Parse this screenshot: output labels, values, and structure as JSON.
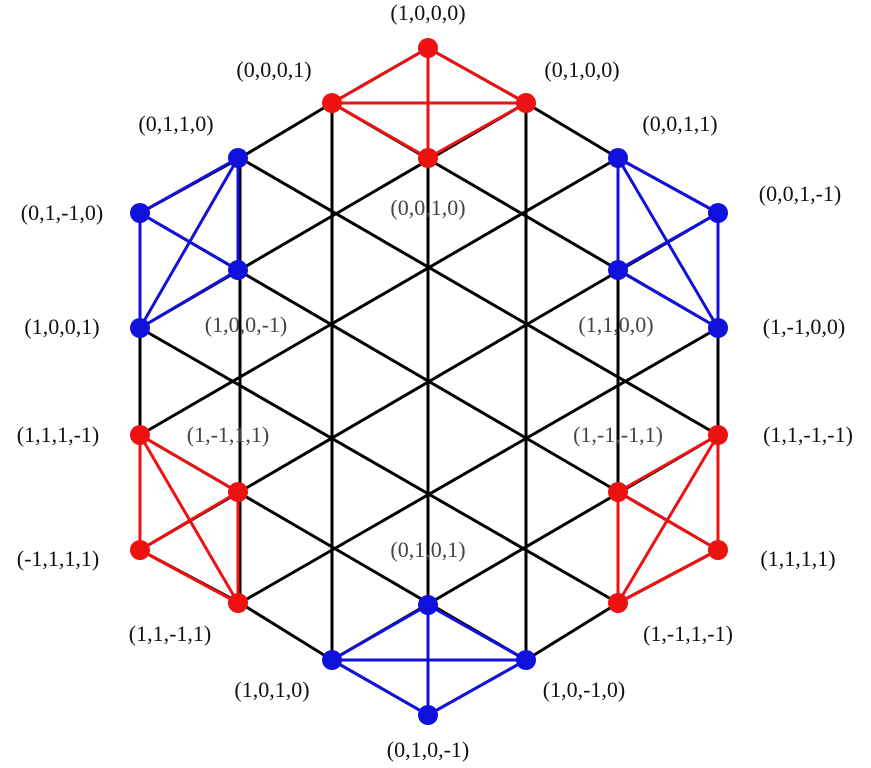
{
  "colors": {
    "red": "#ee1111",
    "blue": "#1111dd",
    "black": "#000000",
    "label": "#111111"
  },
  "nodes": [
    {
      "id": "t0",
      "label": "(1,0,0,0)",
      "color": "red"
    },
    {
      "id": "t1",
      "label": "(0,0,0,1)",
      "color": "red"
    },
    {
      "id": "t2",
      "label": "(0,1,0,0)",
      "color": "red"
    },
    {
      "id": "t3",
      "label": "(0,0,1,0)",
      "color": "red"
    },
    {
      "id": "ul0",
      "label": "(0,1,1,0)",
      "color": "blue"
    },
    {
      "id": "ul1",
      "label": "(0,1,-1,0)",
      "color": "blue"
    },
    {
      "id": "ul2",
      "label": "(1,0,0,-1)",
      "color": "blue"
    },
    {
      "id": "ul3",
      "label": "(1,0,0,1)",
      "color": "blue"
    },
    {
      "id": "ur0",
      "label": "(0,0,1,1)",
      "color": "blue"
    },
    {
      "id": "ur1",
      "label": "(0,0,1,-1)",
      "color": "blue"
    },
    {
      "id": "ur2",
      "label": "(1,1,0,0)",
      "color": "blue"
    },
    {
      "id": "ur3",
      "label": "(1,-1,0,0)",
      "color": "blue"
    },
    {
      "id": "ll0",
      "label": "(1,1,1,-1)",
      "color": "red"
    },
    {
      "id": "ll1",
      "label": "(1,-1,1,1)",
      "color": "red"
    },
    {
      "id": "ll2",
      "label": "(-1,1,1,1)",
      "color": "red"
    },
    {
      "id": "ll3",
      "label": "(1,1,-1,1)",
      "color": "red"
    },
    {
      "id": "lr0",
      "label": "(1,1,-1,-1)",
      "color": "red"
    },
    {
      "id": "lr1",
      "label": "(1,-1,-1,1)",
      "color": "red"
    },
    {
      "id": "lr2",
      "label": "(1,1,1,1)",
      "color": "red"
    },
    {
      "id": "lr3",
      "label": "(1,-1,1,-1)",
      "color": "red"
    },
    {
      "id": "b0",
      "label": "(0,1,0,1)",
      "color": "blue"
    },
    {
      "id": "b1",
      "label": "(1,0,1,0)",
      "color": "blue"
    },
    {
      "id": "b2",
      "label": "(1,0,-1,0)",
      "color": "blue"
    },
    {
      "id": "b3",
      "label": "(0,1,0,-1)",
      "color": "blue"
    }
  ],
  "edges": [
    [
      "t0",
      "t1"
    ],
    [
      "t0",
      "t2"
    ],
    [
      "t0",
      "t3"
    ],
    [
      "t1",
      "t2"
    ],
    [
      "t1",
      "t3"
    ],
    [
      "t2",
      "t3"
    ],
    [
      "ul0",
      "ul1"
    ],
    [
      "ul0",
      "ul2"
    ],
    [
      "ul0",
      "ul3"
    ],
    [
      "ul1",
      "ul2"
    ],
    [
      "ul1",
      "ul3"
    ],
    [
      "ul2",
      "ul3"
    ],
    [
      "ur0",
      "ur1"
    ],
    [
      "ur0",
      "ur2"
    ],
    [
      "ur0",
      "ur3"
    ],
    [
      "ur1",
      "ur2"
    ],
    [
      "ur1",
      "ur3"
    ],
    [
      "ur2",
      "ur3"
    ],
    [
      "ll0",
      "ll1"
    ],
    [
      "ll0",
      "ll2"
    ],
    [
      "ll0",
      "ll3"
    ],
    [
      "ll1",
      "ll2"
    ],
    [
      "ll1",
      "ll3"
    ],
    [
      "ll2",
      "ll3"
    ],
    [
      "lr0",
      "lr1"
    ],
    [
      "lr0",
      "lr2"
    ],
    [
      "lr0",
      "lr3"
    ],
    [
      "lr1",
      "lr2"
    ],
    [
      "lr1",
      "lr3"
    ],
    [
      "lr2",
      "lr3"
    ],
    [
      "b0",
      "b1"
    ],
    [
      "b0",
      "b2"
    ],
    [
      "b0",
      "b3"
    ],
    [
      "b1",
      "b2"
    ],
    [
      "b1",
      "b3"
    ],
    [
      "b2",
      "b3"
    ]
  ]
}
